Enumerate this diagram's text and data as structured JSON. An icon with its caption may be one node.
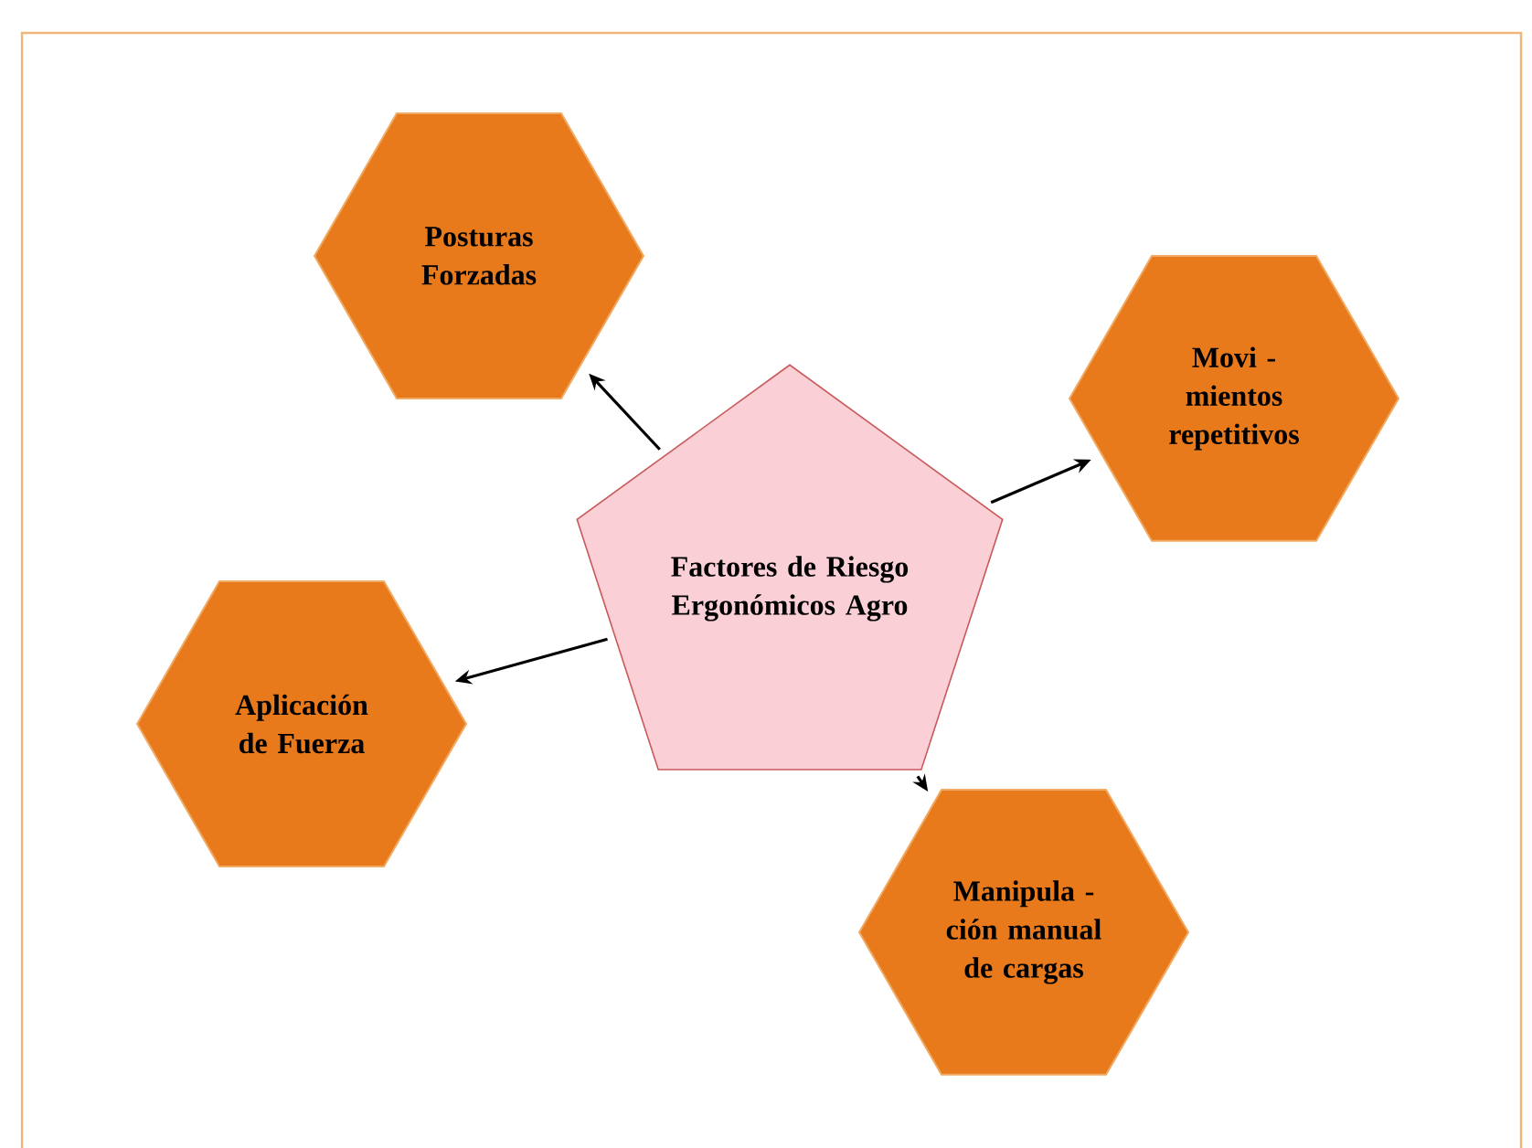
{
  "diagram": {
    "nodes": [
      {
        "text": [
          "Factores de Riesgo Ergonómicos Agro"
        ]
      },
      {
        "text": [
          "Posturas Forzadas"
        ]
      },
      {
        "text": [
          "Movi - mientos repetitivos"
        ]
      },
      {
        "text": [
          "Aplicación de Fuerza"
        ]
      },
      {
        "text": [
          "Manipula - ción manual de cargas"
        ]
      }
    ],
    "edges": [
      {
        "from": 0,
        "to": 1,
        "arrow": "to"
      },
      {
        "from": 0,
        "to": 2,
        "arrow": "to"
      },
      {
        "from": 0,
        "to": 3,
        "arrow": "to"
      },
      {
        "from": 0,
        "to": 4,
        "arrow": "to"
      }
    ]
  }
}
